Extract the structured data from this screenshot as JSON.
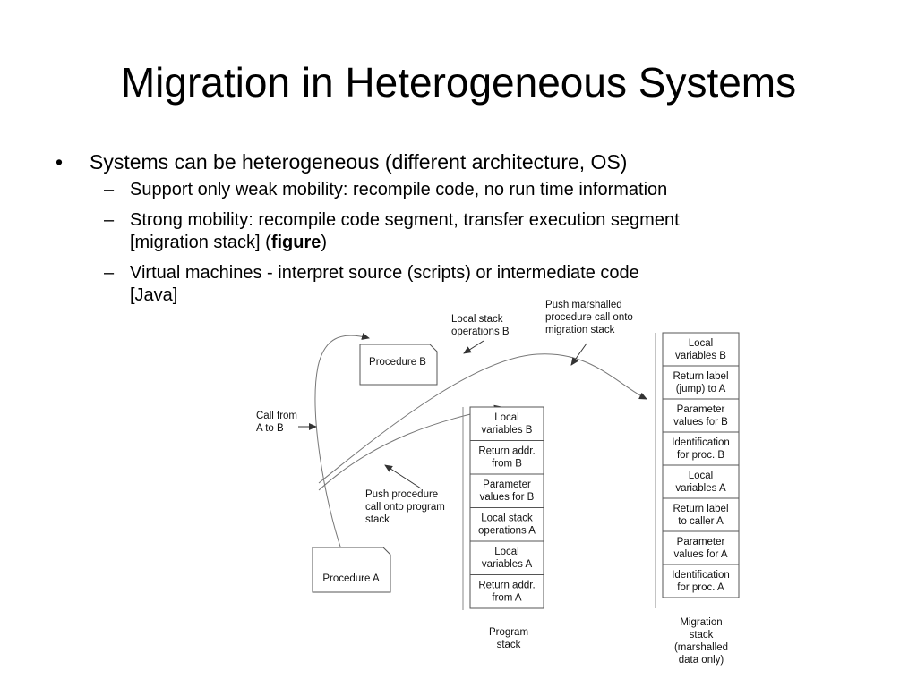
{
  "title": "Migration in Heterogeneous Systems",
  "bullet": {
    "text": "Systems can be heterogeneous (different architecture, OS)",
    "subs": {
      "s1": "Support only weak mobility: recompile code, no run time information",
      "s2_line1": "Strong mobility: recompile code segment, transfer execution segment",
      "s2_line2_pre": "[migration stack] (",
      "s2_bold": "figure",
      "s2_post": ")",
      "s3_line1": "Virtual machines - interpret source (scripts) or intermediate code",
      "s3_line2": "[Java]"
    }
  },
  "diagram": {
    "procedure_a": "Procedure A",
    "procedure_b": "Procedure B",
    "call_from": [
      "Call from",
      "A to B"
    ],
    "local_stack_ops": [
      "Local stack",
      "operations B"
    ],
    "push_marshalled": [
      "Push marshalled",
      "procedure call onto",
      "migration stack"
    ],
    "push_procedure": [
      "Push procedure",
      "call onto program",
      "stack"
    ],
    "program_stack_cells": [
      [
        "Local",
        "variables B"
      ],
      [
        "Return addr.",
        "from B"
      ],
      [
        "Parameter",
        "values for B"
      ],
      [
        "Local stack",
        "operations A"
      ],
      [
        "Local",
        "variables A"
      ],
      [
        "Return addr.",
        "from A"
      ]
    ],
    "program_stack_caption": [
      "Program",
      "stack"
    ],
    "migration_stack_cells": [
      [
        "Local",
        "variables B"
      ],
      [
        "Return label",
        "(jump) to A"
      ],
      [
        "Parameter",
        "values for B"
      ],
      [
        "Identification",
        "for proc. B"
      ],
      [
        "Local",
        "variables A"
      ],
      [
        "Return label",
        "to caller A"
      ],
      [
        "Parameter",
        "values for A"
      ],
      [
        "Identification",
        "for proc. A"
      ]
    ],
    "migration_stack_caption": [
      "Migration",
      "stack",
      "(marshalled",
      "data only)"
    ]
  }
}
